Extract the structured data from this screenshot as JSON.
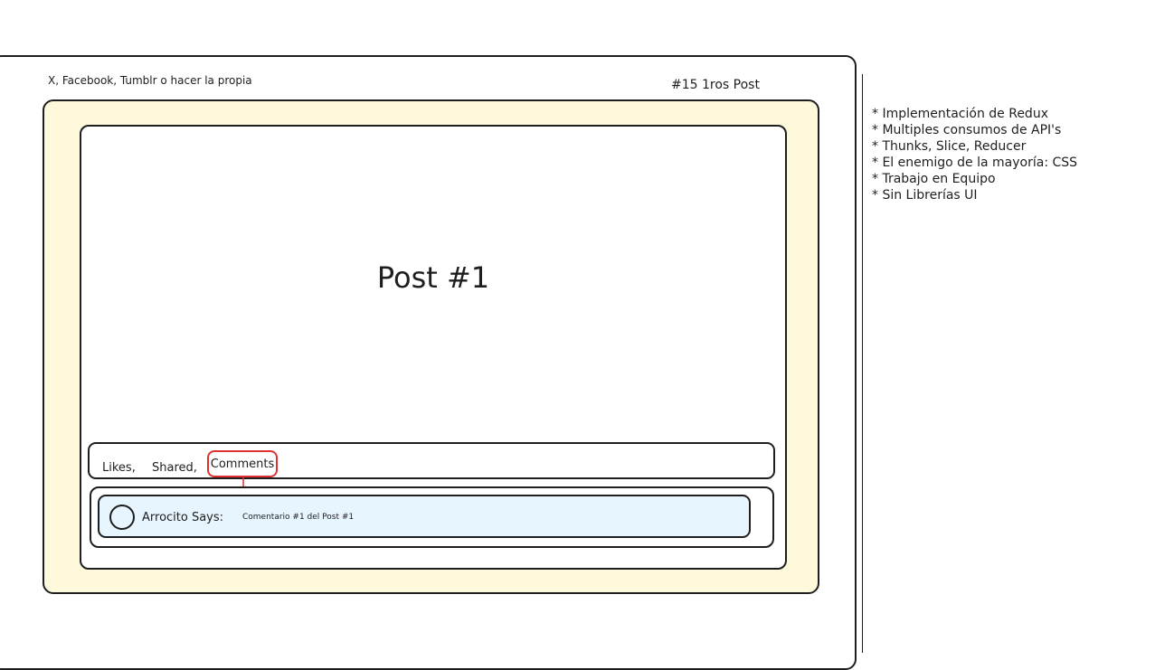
{
  "frame": {
    "caption_left": "X, Facebook, Tumblr o hacer la propia",
    "caption_right": "#15 1ros Post"
  },
  "post": {
    "title": "Post #1",
    "actions": {
      "likes": "Likes,",
      "shared": "Shared,",
      "comments": "Comments"
    },
    "comment": {
      "author": "Arrocito Says:",
      "text": "Comentario #1 del Post #1"
    }
  },
  "notes": [
    "* Implementación de Redux",
    "* Multiples consumos de API's",
    "* Thunks, Slice, Reducer",
    "* El enemigo de la mayoría: CSS",
    "* Trabajo en Equipo",
    "* Sin Librerías UI"
  ],
  "colors": {
    "stroke": "#1e1e1e",
    "feed_fill": "#fff9db",
    "comment_fill": "#e7f5ff",
    "highlight": "#e03131"
  }
}
